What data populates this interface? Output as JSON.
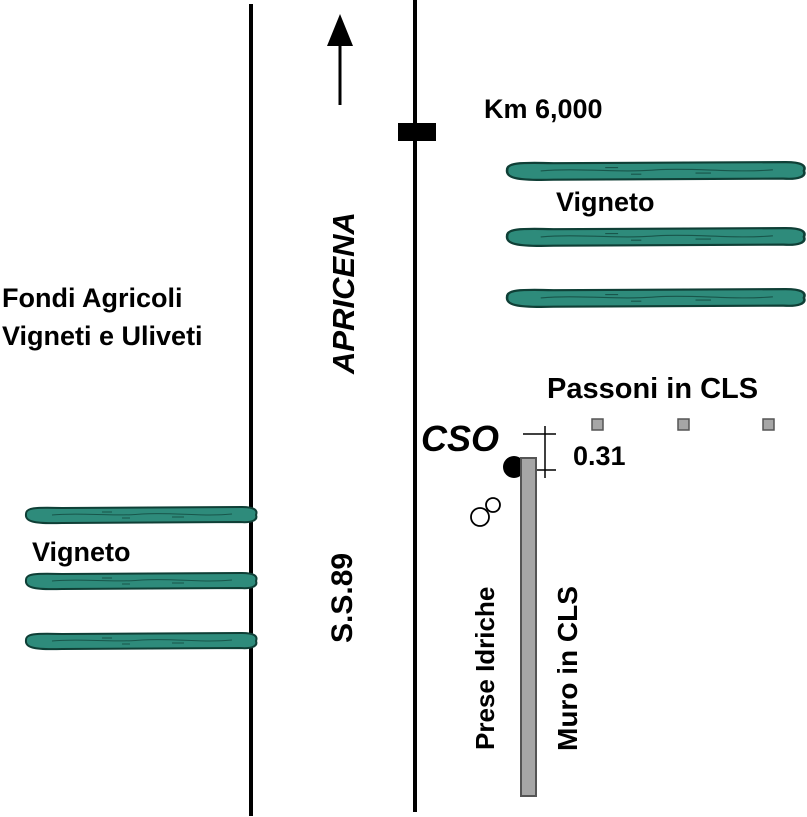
{
  "labels": {
    "fondi_line1": "Fondi Agricoli",
    "fondi_line2": "Vigneti e Uliveti",
    "vigneto_left": "Vigneto",
    "vigneto_right": "Vigneto",
    "apricena": "APRICENA",
    "ss89": "S.S.89",
    "km": "Km 6,000",
    "passoni": "Passoni in CLS",
    "cso": "CSO",
    "distance": "0.31",
    "prese": "Prese Idriche",
    "muro": "Muro in CLS"
  },
  "colors": {
    "vine_fill": "#2e8b7b",
    "vine_outline": "#0f3f36",
    "wall_fill": "#a6a6a6",
    "wall_outline": "#555555",
    "ink": "#000000"
  },
  "icons": {
    "direction": "arrow-up-icon",
    "km_marker": "kilometer-marker-icon",
    "cso_point": "filled-circle-icon",
    "hydrants": "double-circle-icon",
    "posts": "square-post-icon"
  }
}
